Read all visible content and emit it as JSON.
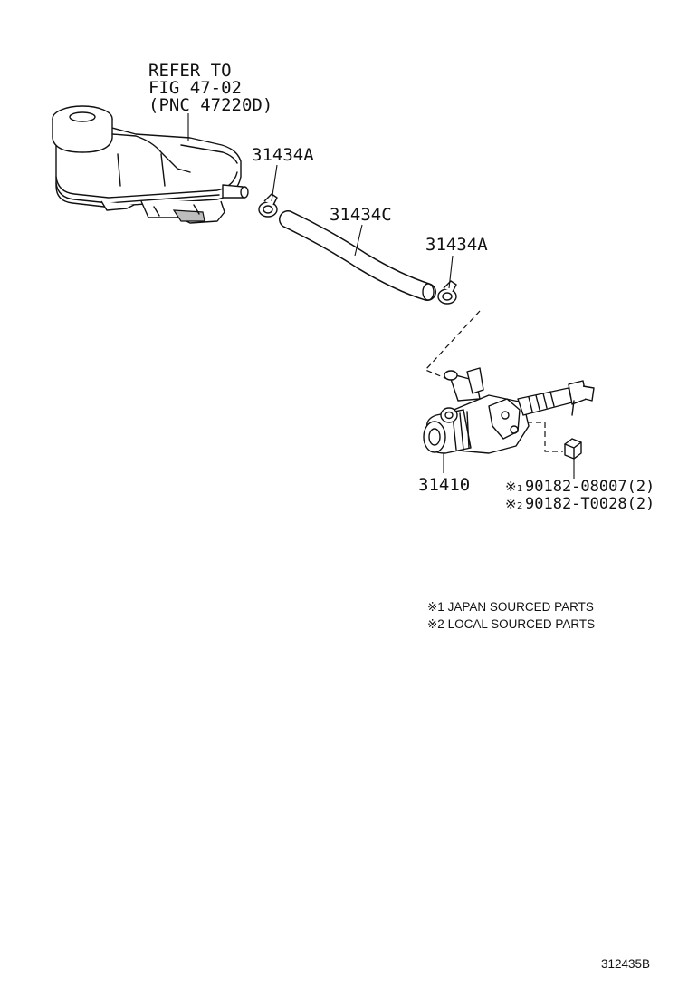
{
  "reference": {
    "line1": "REFER TO",
    "line2": "FIG 47-02",
    "line3": "(PNC 47220D)"
  },
  "parts": {
    "clamp_upper": "31434A",
    "hose": "31434C",
    "clamp_lower": "31434A",
    "master_cylinder": "31410",
    "bolt_japan": {
      "mark": "※",
      "sub": "1",
      "number": "90182-08007(2)"
    },
    "bolt_local": {
      "mark": "※",
      "sub": "2",
      "number": "90182-T0028(2)"
    }
  },
  "legend": {
    "note1": "※1 JAPAN SOURCED PARTS",
    "note2": "※2 LOCAL SOURCED PARTS"
  },
  "illustration_id": "312435B"
}
